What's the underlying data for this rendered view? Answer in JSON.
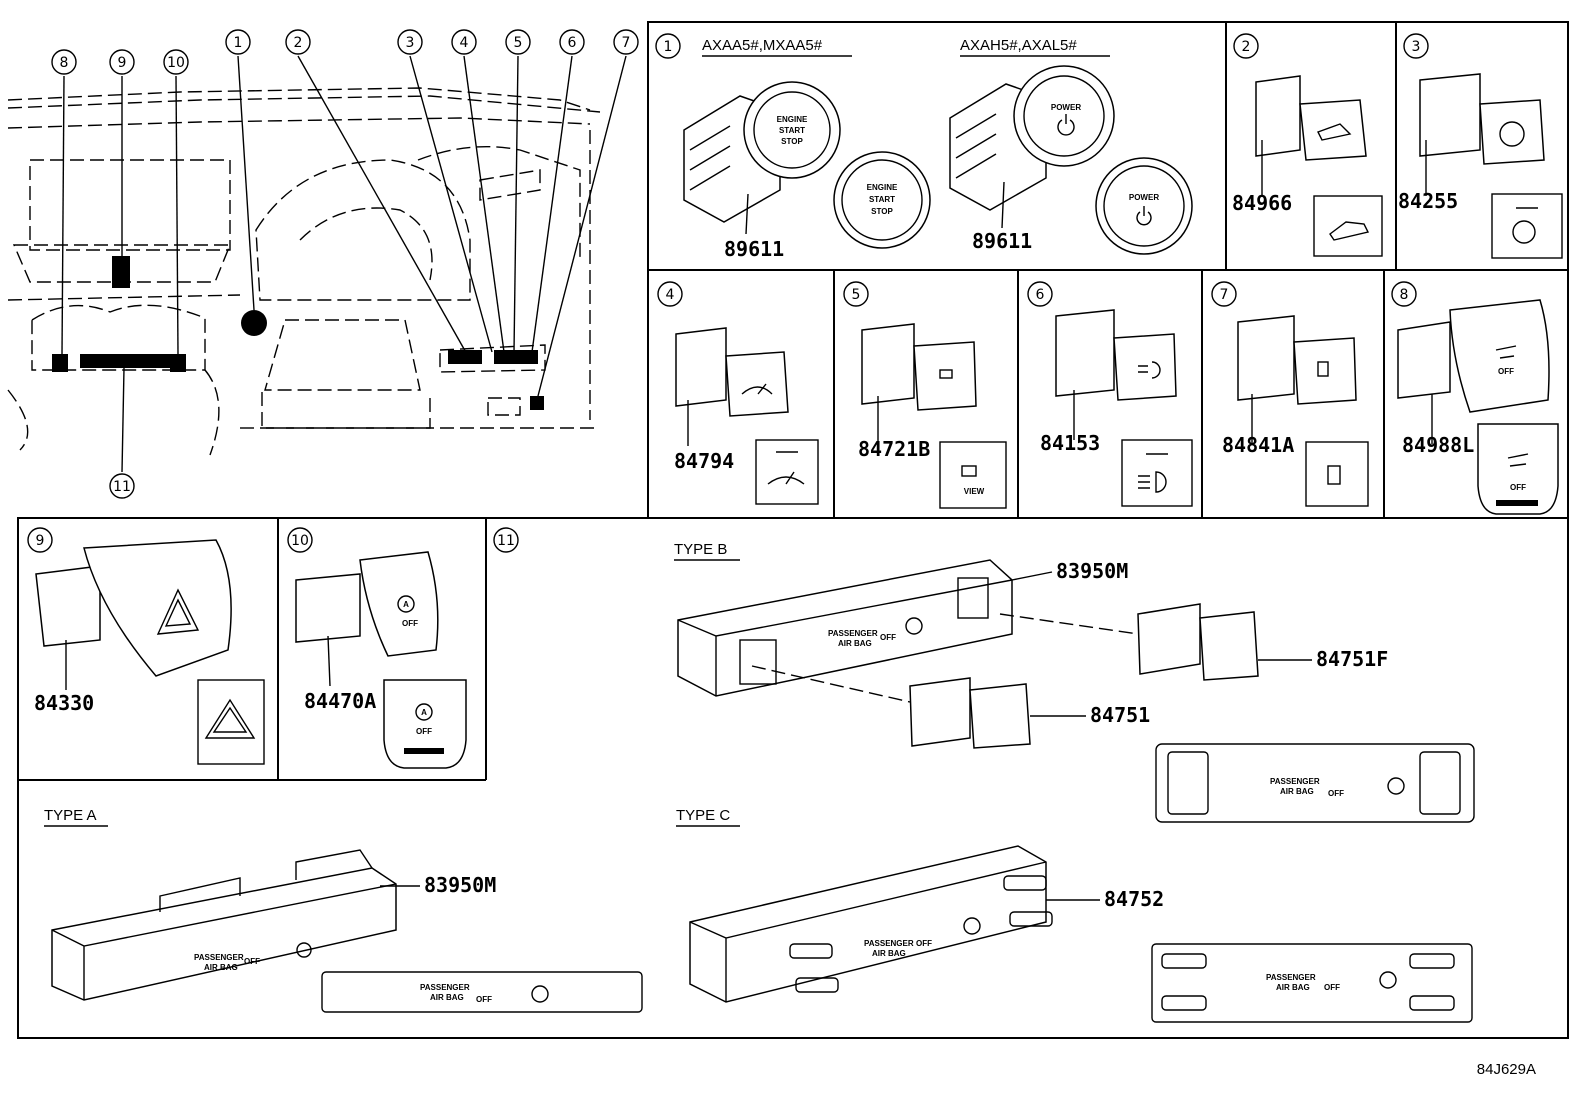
{
  "callouts": [
    "1",
    "2",
    "3",
    "4",
    "5",
    "6",
    "7",
    "8",
    "9",
    "10",
    "11"
  ],
  "panel1": {
    "variant_left": "AXAA5#,MXAA5#",
    "variant_right": "AXAH5#,AXAL5#",
    "engine_label": [
      "ENGINE",
      "START",
      "STOP"
    ],
    "power_label": "POWER",
    "part_left": "89611",
    "part_right": "89611"
  },
  "panel2": {
    "part": "84966"
  },
  "panel3": {
    "part": "84255"
  },
  "panel4": {
    "part": "84794"
  },
  "panel5": {
    "part": "84721B",
    "icon_text": "VIEW"
  },
  "panel6": {
    "part": "84153"
  },
  "panel7": {
    "part": "84841A"
  },
  "panel8": {
    "part": "84988L",
    "icon_text": "OFF"
  },
  "panel9": {
    "part": "84330"
  },
  "panel10": {
    "part": "84470A",
    "icon_text": "OFF",
    "icon_letter": "A"
  },
  "panel11": {
    "type_b": "TYPE B",
    "type_a": "TYPE A",
    "type_c": "TYPE C",
    "part_b_housing": "83950M",
    "part_b_switch_right": "84751F",
    "part_b_switch_center": "84751",
    "part_a_housing": "83950M",
    "part_c": "84752",
    "airbag_line1": "PASSENGER",
    "airbag_line2": "AIR BAG",
    "airbag_off": "OFF"
  },
  "figure_id": "84J629A"
}
